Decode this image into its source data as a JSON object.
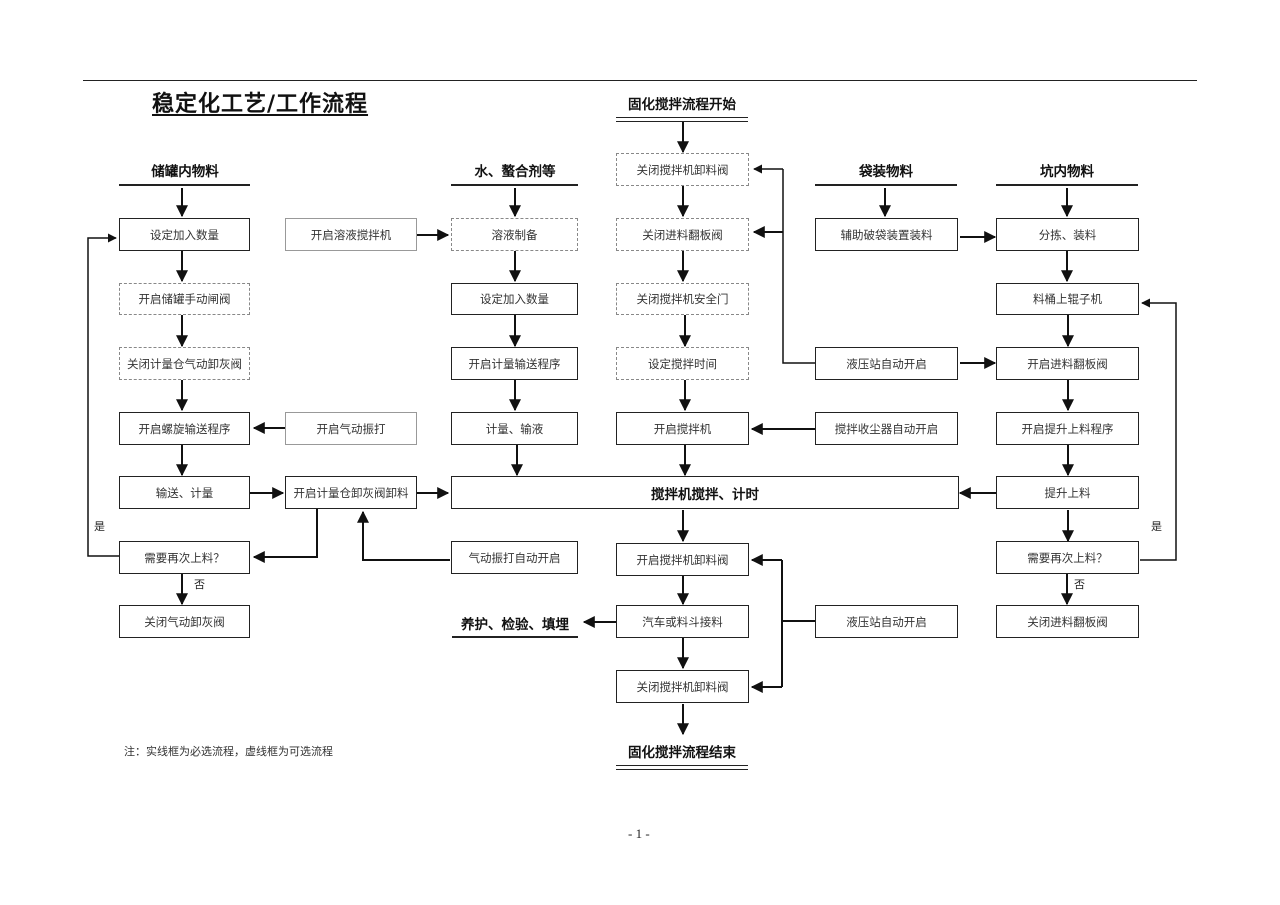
{
  "title": "稳定化工艺/工作流程",
  "legend_note": "注：实线框为必选流程，虚线框为可选流程",
  "page_number": "- 1 -",
  "headers": {
    "tank": "储罐内物料",
    "water": "水、螯合剂等",
    "start": "固化搅拌流程开始",
    "bagged": "袋装物料",
    "pit": "坑内物料",
    "end": "固化搅拌流程结束",
    "cure": "养护、检验、填埋"
  },
  "boxes": {
    "tank_set_qty": "设定加入数量",
    "tank_open_manual_valve": "开启储罐手动闸阀",
    "tank_close_pneumatic_valve": "关闭计量仓气动卸灰阀",
    "tank_start_screw": "开启螺旋输送程序",
    "tank_convey_measure": "输送、计量",
    "tank_need_again": "需要再次上料？",
    "tank_close_unload_valve": "关闭气动卸灰阀",
    "solution_mixer_on": "开启溶液搅拌机",
    "pneumatic_vibrate_on": "开启气动振打",
    "open_meter_bin_unload": "开启计量仓卸灰阀卸料",
    "pneumatic_vibrate_auto": "气动振打自动开启",
    "water_solution_prep": "溶液制备",
    "water_set_qty": "设定加入数量",
    "water_start_meter_convey": "开启计量输送程序",
    "water_measure_pump": "计量、输液",
    "mix_close_discharge_valve": "关闭搅拌机卸料阀",
    "mix_close_feed_flap": "关闭进料翻板阀",
    "mix_close_safety_door": "关闭搅拌机安全门",
    "mix_set_time": "设定搅拌时间",
    "mix_start_mixer": "开启搅拌机",
    "mixing_timing": "搅拌机搅拌、计时",
    "mix_open_discharge_valve": "开启搅拌机卸料阀",
    "truck_hopper_receive": "汽车或料斗接料",
    "mix_close_discharge_valve_2": "关闭搅拌机卸料阀",
    "bag_aux_loading": "辅助破袋装置装料",
    "hydraulic_auto_on_1": "液压站自动开启",
    "dust_collector_auto_on": "搅拌收尘器自动开启",
    "hydraulic_auto_on_2": "液压站自动开启",
    "pit_sort_load": "分拣、装料",
    "pit_bucket_elevator": "料桶上辊子机",
    "pit_open_feed_flap": "开启进料翻板阀",
    "pit_start_lift_program": "开启提升上料程序",
    "pit_lift_feed": "提升上料",
    "pit_need_again": "需要再次上料？",
    "pit_close_feed_flap": "关闭进料翻板阀"
  },
  "labels": {
    "yes": "是",
    "no": "否"
  }
}
